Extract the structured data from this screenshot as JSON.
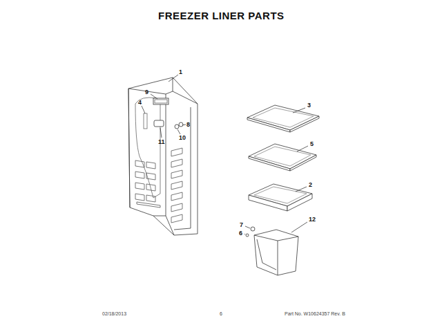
{
  "diagram": {
    "title": "FREEZER LINER PARTS",
    "labels": [
      "1",
      "9",
      "4",
      "11",
      "8",
      "10",
      "3",
      "5",
      "2",
      "12",
      "7",
      "6",
      "02/18/2013",
      "6",
      "Part No. W10624357  Rev. B"
    ]
  }
}
